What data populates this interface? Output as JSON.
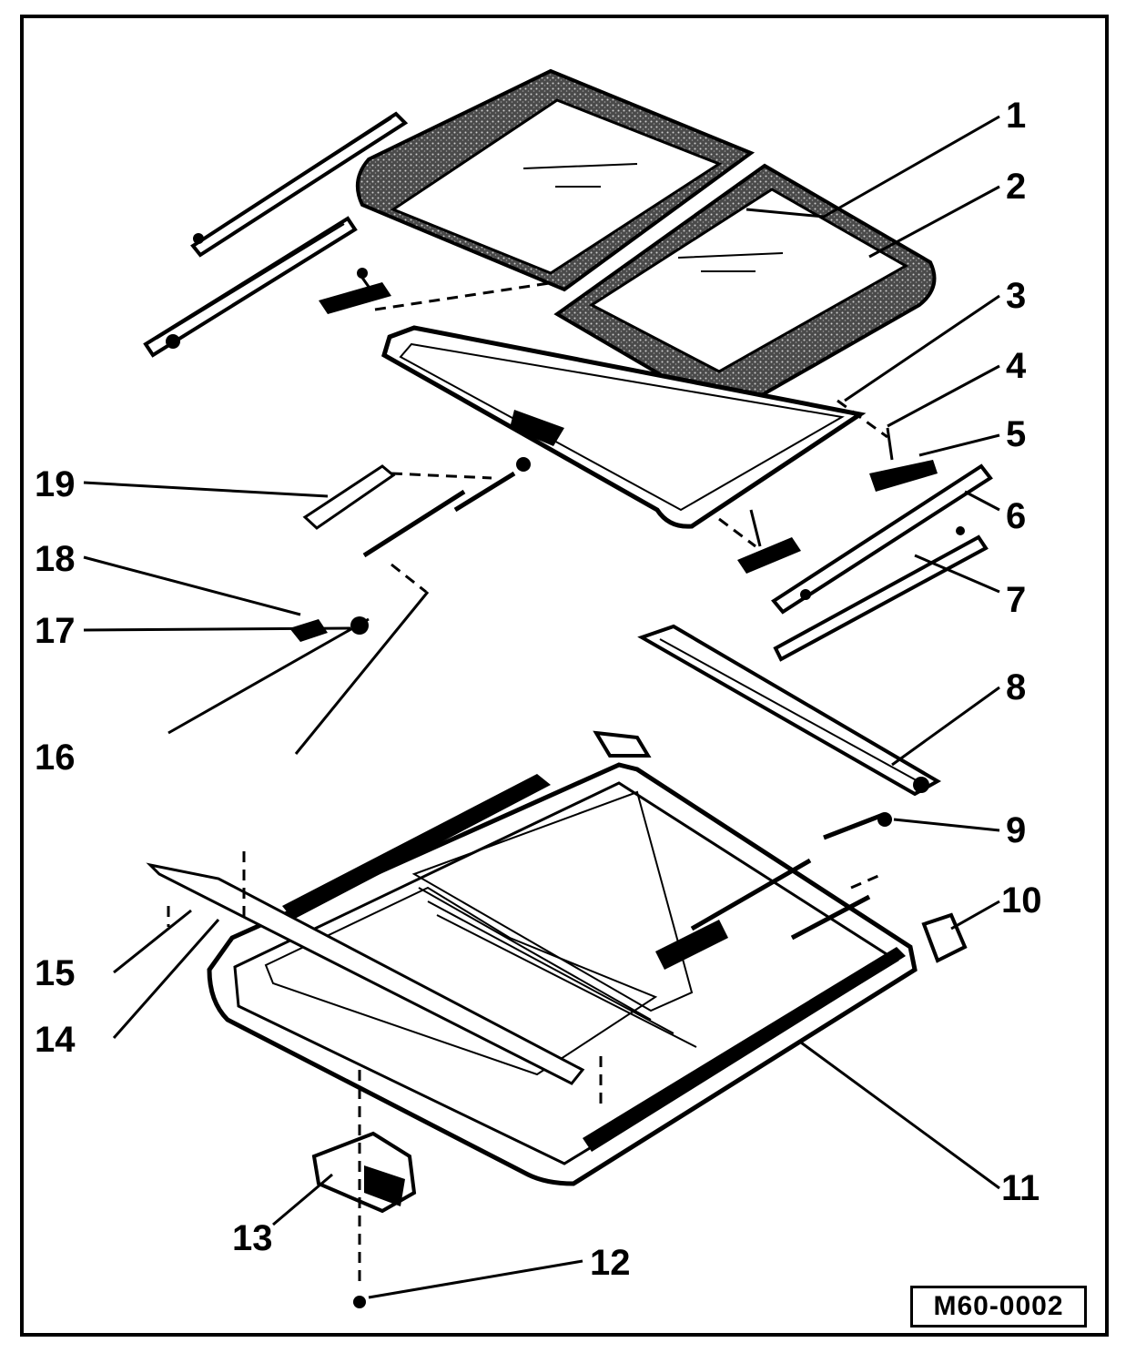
{
  "diagram": {
    "callouts": [
      {
        "id": "1",
        "label": "1"
      },
      {
        "id": "2",
        "label": "2"
      },
      {
        "id": "3",
        "label": "3"
      },
      {
        "id": "4",
        "label": "4"
      },
      {
        "id": "5",
        "label": "5"
      },
      {
        "id": "6",
        "label": "6"
      },
      {
        "id": "7",
        "label": "7"
      },
      {
        "id": "8",
        "label": "8"
      },
      {
        "id": "9",
        "label": "9"
      },
      {
        "id": "10",
        "label": "10"
      },
      {
        "id": "11",
        "label": "11"
      },
      {
        "id": "12",
        "label": "12"
      },
      {
        "id": "13",
        "label": "13"
      },
      {
        "id": "14",
        "label": "14"
      },
      {
        "id": "15",
        "label": "15"
      },
      {
        "id": "16",
        "label": "16"
      },
      {
        "id": "17",
        "label": "17"
      },
      {
        "id": "18",
        "label": "18"
      },
      {
        "id": "19",
        "label": "19"
      }
    ],
    "reference_code": "M60-0002",
    "colors": {
      "ink": "#000000",
      "paper": "#ffffff",
      "seal": "#3a3a3a"
    }
  }
}
